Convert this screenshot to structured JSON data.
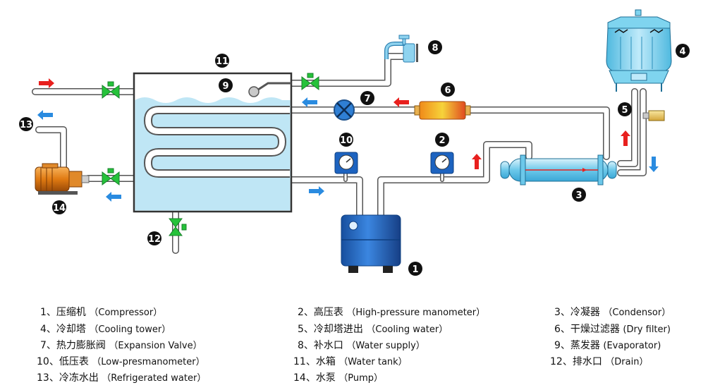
{
  "diagram": {
    "badges": [
      "1",
      "2",
      "3",
      "4",
      "5",
      "6",
      "7",
      "8",
      "9",
      "10",
      "11",
      "12",
      "13",
      "14"
    ]
  },
  "legend": [
    {
      "num": "1、",
      "zh": "压缩机",
      "en": "（Compressor）"
    },
    {
      "num": "2、",
      "zh": "高压表",
      "en": "（High-pressure manometer）"
    },
    {
      "num": "3、",
      "zh": "冷凝器",
      "en": "（Condensor）"
    },
    {
      "num": "4、",
      "zh": "冷却塔",
      "en": "（Cooling tower）"
    },
    {
      "num": "5、",
      "zh": "冷却塔进出",
      "en": "（Cooling water）"
    },
    {
      "num": "6、",
      "zh": "干燥过滤器",
      "en": "(Dry filter)"
    },
    {
      "num": "7、",
      "zh": "热力膨胀阀",
      "en": "（Expansion Valve）"
    },
    {
      "num": "8、",
      "zh": "补水口",
      "en": "（Water supply）"
    },
    {
      "num": "9、",
      "zh": "蒸发器",
      "en": "(Evaporator)"
    },
    {
      "num": "10、",
      "zh": "低压表",
      "en": "（Low-presmanometer）"
    },
    {
      "num": "11、",
      "zh": "水箱",
      "en": "（Water tank）"
    },
    {
      "num": "12、",
      "zh": "排水口",
      "en": "（Drain）"
    },
    {
      "num": "13、",
      "zh": "冷冻水出",
      "en": "（Refrigerated water）"
    },
    {
      "num": "14、",
      "zh": "水泵",
      "en": "（Pump）"
    }
  ],
  "colors": {
    "water": "#bfe6f5",
    "pipe": "#ffffff",
    "pipe_stroke": "#555555",
    "valve": "#25c23a",
    "arrow_red": "#e8201e",
    "arrow_blue": "#2a8be0",
    "badge": "#111111",
    "compressor": "#1d63c0",
    "tower": "#7fd4ef"
  }
}
